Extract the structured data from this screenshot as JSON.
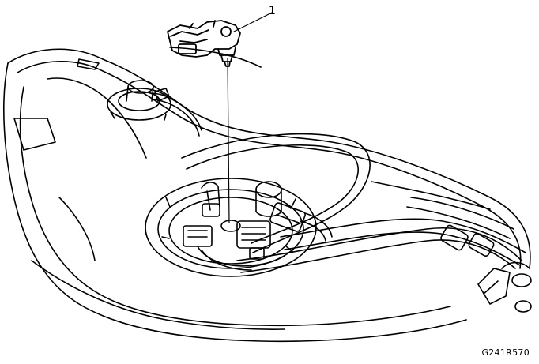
{
  "diagram": {
    "callout": "1",
    "figure_code": "G241R570",
    "colors": {
      "line": "#000000",
      "background": "#ffffff"
    },
    "parts": [
      "fuel-tank-pressure-sensor",
      "fuel-tank",
      "fuel-filler-neck",
      "fuel-pump-module",
      "fuel-lines",
      "electrical-connectors"
    ]
  }
}
